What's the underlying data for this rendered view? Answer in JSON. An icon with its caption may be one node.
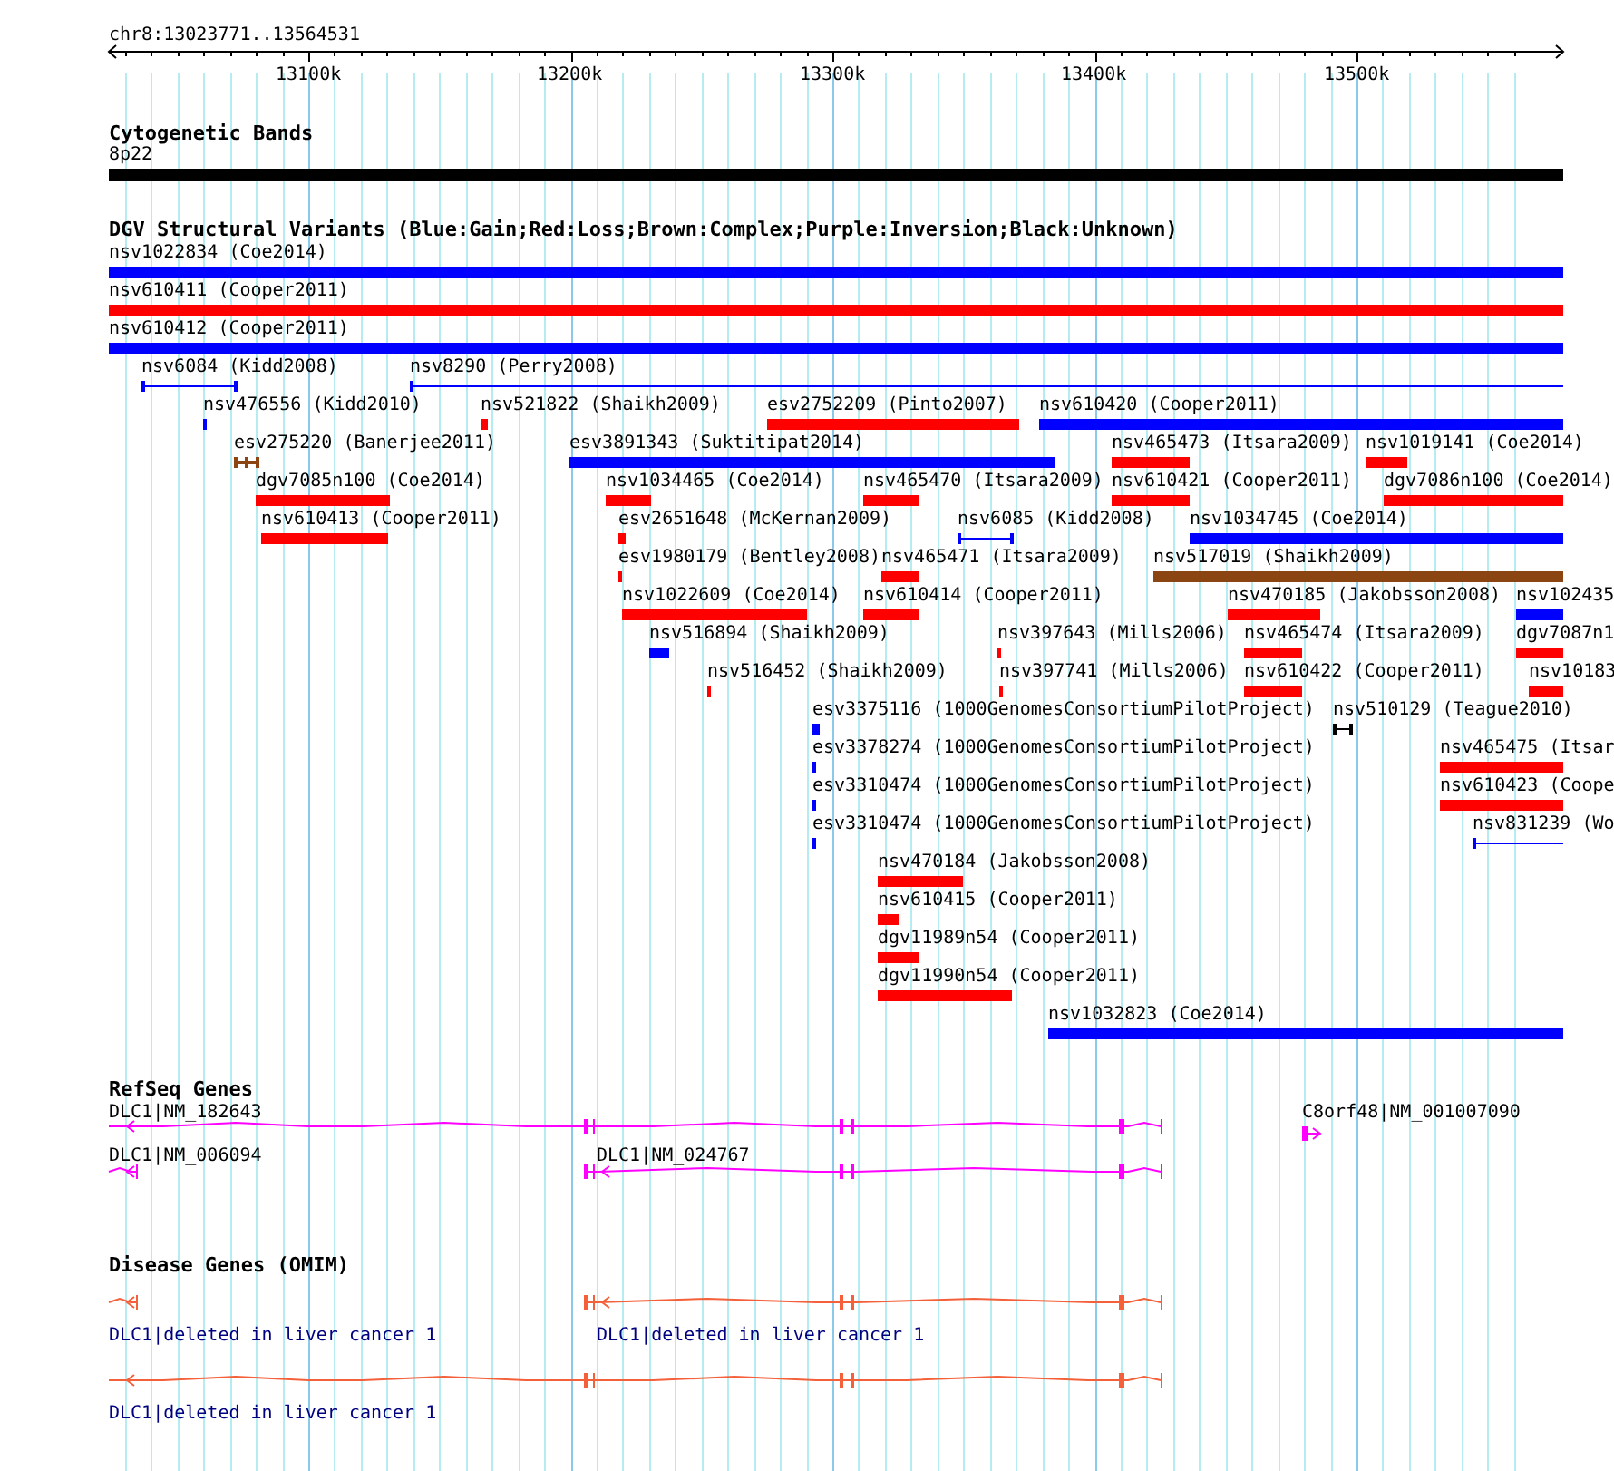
{
  "diagram": {
    "labels": [
      "chr8:13023771..13564531",
      "13100k",
      "13200k",
      "13300k",
      "13400k",
      "13500k",
      "Cytogenetic Bands",
      "8p22",
      "DGV Structural Variants (Blue:Gain;Red:Loss;Brown:Complex;Purple:Inversion;Black:Unknown)",
      "nsv1022834 (Coe2014)",
      "nsv610411 (Cooper2011)",
      "nsv610412 (Cooper2011)",
      "nsv6084 (Kidd2008)",
      "nsv8290 (Perry2008)",
      "nsv476556 (Kidd2010)",
      "nsv521822 (Shaikh2009)",
      "esv2752209 (Pinto2007)",
      "nsv610420 (Cooper2011)",
      "esv275220 (Banerjee2011)",
      "esv3891343 (Suktitipat2014)",
      "nsv465473 (Itsara2009)",
      "nsv1019141 (Coe2014)",
      "dgv7085n100 (Coe2014)",
      "nsv1034465 (Coe2014)",
      "nsv465470 (Itsara2009)",
      "nsv610421 (Cooper2011)",
      "dgv7086n100 (Coe2014)",
      "nsv610413 (Cooper2011)",
      "esv2651648 (McKernan2009)",
      "nsv6085 (Kidd2008)",
      "nsv1034745 (Coe2014)",
      "esv1980179 (Bentley2008)",
      "nsv465471 (Itsara2009)",
      "nsv517019 (Shaikh2009)",
      "nsv1022609 (Coe2014)",
      "nsv610414 (Cooper2011)",
      "nsv470185 (Jakobsson2008)",
      "nsv102435",
      "nsv516894 (Shaikh2009)",
      "nsv397643 (Mills2006)",
      "nsv465474 (Itsara2009)",
      "dgv7087n1",
      "nsv516452 (Shaikh2009)",
      "nsv397741 (Mills2006)",
      "nsv610422 (Cooper2011)",
      "nsv10183",
      "esv3375116 (1000GenomesConsortiumPilotProject)",
      "nsv510129 (Teague2010)",
      "esv3378274 (1000GenomesConsortiumPilotProject)",
      "nsv465475 (Itsar",
      "esv3310474 (1000GenomesConsortiumPilotProject)",
      "nsv610423 (Coope",
      "esv3310474 (1000GenomesConsortiumPilotProject)",
      "nsv831239 (Wo",
      "nsv470184 (Jakobsson2008)",
      "nsv610415 (Cooper2011)",
      "dgv11989n54 (Cooper2011)",
      "dgv11990n54 (Cooper2011)",
      "nsv1032823 (Coe2014)",
      "RefSeq Genes",
      "DLC1|NM_182643",
      "C8orf48|NM_001007090",
      "DLC1|NM_006094",
      "DLC1|NM_024767",
      "Disease Genes (OMIM)",
      "DLC1|deleted in liver cancer 1",
      "DLC1|deleted in liver cancer 1",
      "DLC1|deleted in liver cancer 1"
    ]
  }
}
